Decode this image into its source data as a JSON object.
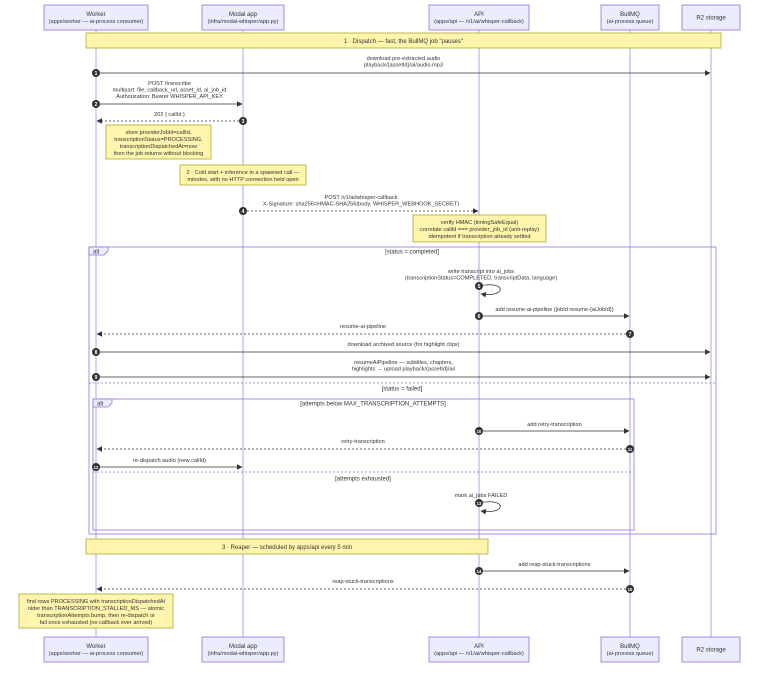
{
  "participants": [
    {
      "id": "worker",
      "name": "Worker",
      "sub": "(apps/worker — ai-process consumer)"
    },
    {
      "id": "modal",
      "name": "Modal app",
      "sub": "(infra/modal-whisper/app.py)"
    },
    {
      "id": "api",
      "name": "API",
      "sub": "(apps/api — /v1/ai/whisper-callback)"
    },
    {
      "id": "bullmq",
      "name": "BullMQ",
      "sub": "(ai-process queue)"
    },
    {
      "id": "r2",
      "name": "R2 storage",
      "sub": ""
    }
  ],
  "sections": [
    {
      "text": "1 · Dispatch — fast, the BullMQ job \"pauses\""
    },
    {
      "text": "3 · Reaper — scheduled by apps/api every 5 min"
    }
  ],
  "messages": [
    {
      "n": "1",
      "lines": [
        "download pre-extracted audio",
        "playback/{assetId}/ai/audio.mp3"
      ]
    },
    {
      "n": "2",
      "lines": [
        "POST /transcribe",
        "multipart: file, callback_url, asset_id, ai_job_id",
        "Authorization: Bearer WHISPER_API_KEY"
      ]
    },
    {
      "n": "3",
      "lines": [
        "202 { callId }"
      ]
    },
    {
      "n": "4",
      "lines": [
        "POST /v1/ai/whisper-callback",
        "X-Signature: sha256=HMAC-SHA256(body, WHISPER_WEBHOOK_SECRET)"
      ]
    },
    {
      "n": "5",
      "lines": [
        "write transcript into ai_jobs",
        "(transcriptionStatus=COMPLETED, transcriptData, language)"
      ]
    },
    {
      "n": "6",
      "lines": [
        "add resume-ai-pipeline (jobId resume-{aiJobId})"
      ]
    },
    {
      "n": "7",
      "lines": [
        "resume-ai-pipeline"
      ]
    },
    {
      "n": "8",
      "lines": [
        "download archived source (for highlight clips)"
      ]
    },
    {
      "n": "9",
      "lines": [
        "resumeAiPipeline — subtitles, chapters,",
        "highlights → upload playback/{assetId}/ai/"
      ]
    },
    {
      "n": "10",
      "lines": [
        "add retry-transcription"
      ]
    },
    {
      "n": "11",
      "lines": [
        "retry-transcription"
      ]
    },
    {
      "n": "12",
      "lines": [
        "re-dispatch audio (new callId)"
      ]
    },
    {
      "n": "13",
      "lines": [
        "mark ai_jobs FAILED"
      ]
    },
    {
      "n": "14",
      "lines": [
        "add reap-stuck-transcriptions"
      ]
    },
    {
      "n": "15",
      "lines": [
        "reap-stuck-transcriptions"
      ]
    }
  ],
  "notes": [
    {
      "lines": [
        "store providerJobId=callId,",
        "transcriptionStatus=PROCESSING,",
        "transcriptionDispatchedAt=now",
        "then the job returns without blocking"
      ]
    },
    {
      "lines": [
        "2 · Cold start + inference in a spawned call —",
        "minutes, with no HTTP connection held open"
      ]
    },
    {
      "lines": [
        "verify HMAC (timingSafeEqual)",
        "correlate callId === provider_job_id (anti-replay)",
        "idempotent if transcription already settled"
      ]
    },
    {
      "lines": [
        "find rows PROCESSING with transcriptionDispatchedAt",
        "older than TRANSCRIPTION_STALLED_MS — atomic",
        "transcriptionAttempts bump, then re-dispatch or",
        "fail once exhausted (no callback ever arrived)"
      ]
    }
  ],
  "frames": [
    {
      "tag": "alt",
      "conditions": [
        "[status = completed]",
        "[status = failed]"
      ]
    },
    {
      "tag": "alt",
      "conditions": [
        "[attempts below MAX_TRANSCRIPTION_ATTEMPTS]",
        "[attempts exhausted]"
      ]
    }
  ],
  "colors": {
    "participant_fill": "#ececff",
    "participant_border": "#9370db",
    "lifeline": "#9a8fd8",
    "note_fill": "#fff5ad",
    "note_border": "#aaaa33",
    "frame_border": "#9370db",
    "line": "#333333",
    "text": "#333333"
  }
}
